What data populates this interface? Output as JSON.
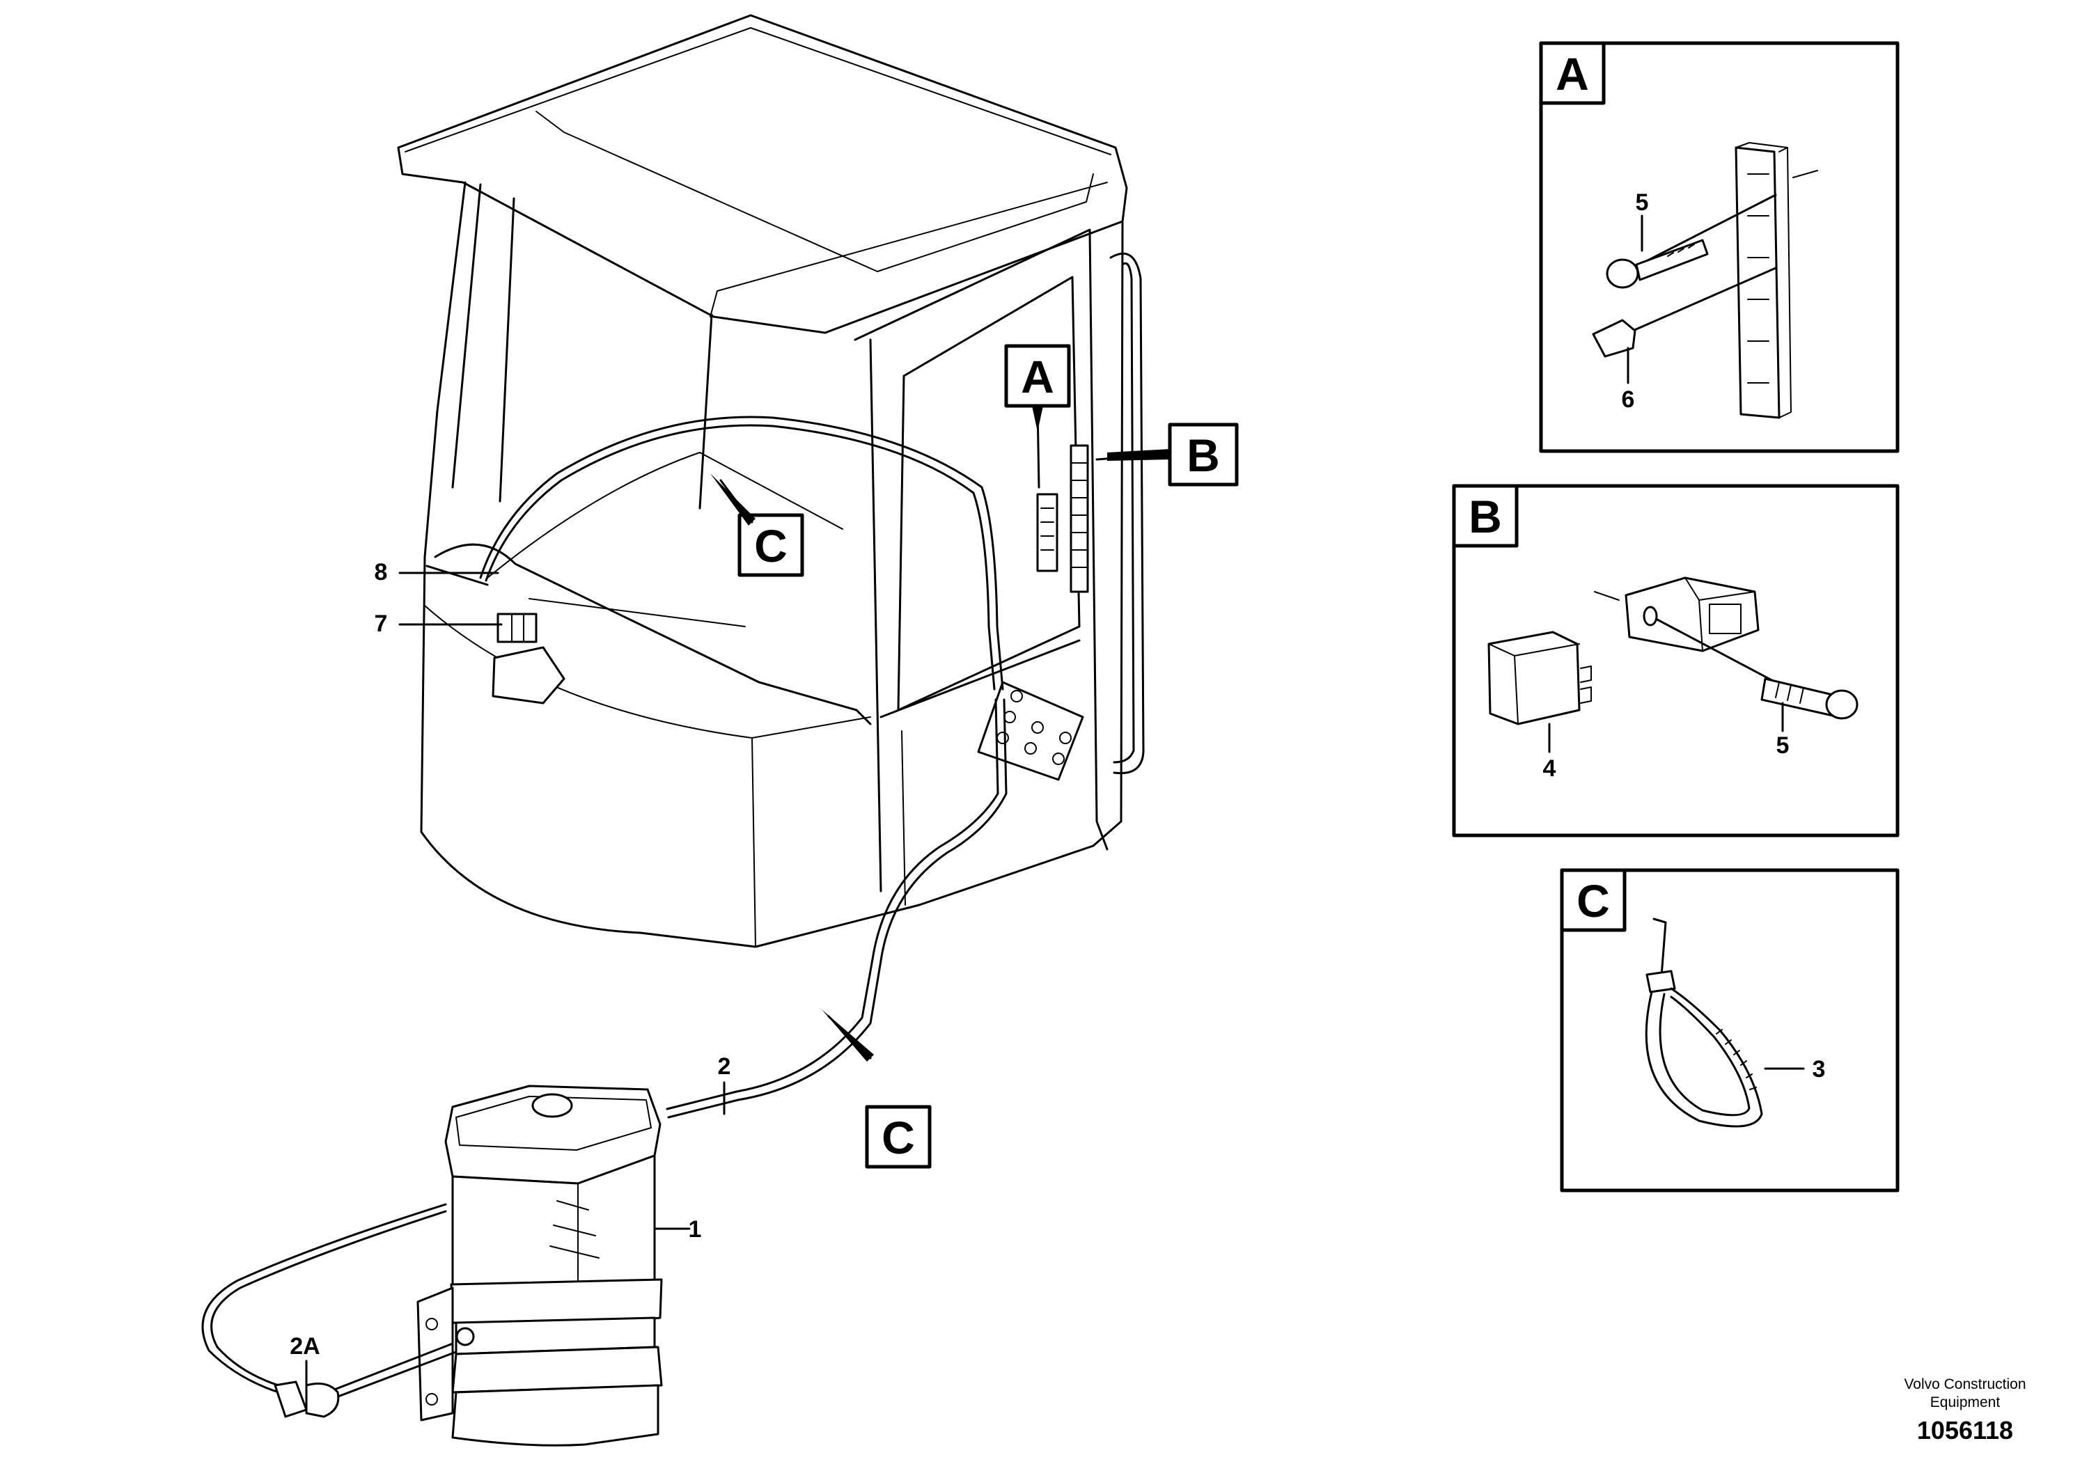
{
  "callouts": {
    "part_1": "1",
    "part_2": "2",
    "part_2a": "2A",
    "part_3": "3",
    "part_4": "4",
    "part_5a": "5",
    "part_5b": "5",
    "part_6": "6",
    "part_7": "7",
    "part_8": "8"
  },
  "main_markers": {
    "a": "A",
    "b": "B",
    "c1": "C",
    "c2": "C"
  },
  "detail_panels": {
    "a": {
      "label": "A"
    },
    "b": {
      "label": "B"
    },
    "c": {
      "label": "C"
    }
  },
  "footer": {
    "company_line1": "Volvo Construction",
    "company_line2": "Equipment",
    "drawing_number": "1056118"
  }
}
